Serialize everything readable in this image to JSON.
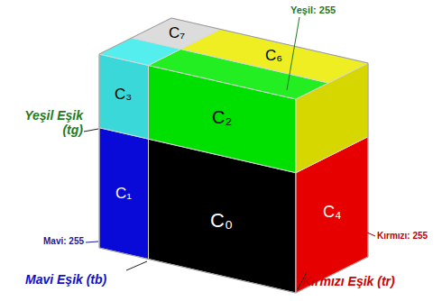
{
  "diagram": {
    "labels": [
      "Yeşil: 255",
      "C₇",
      "C₃",
      "C₆",
      "C₂",
      "Yeşil Eşik (tg)",
      "C₁",
      "C₀",
      "C₄",
      "Kırmızı: 255",
      "Mavi: 255",
      "Mavi Eşik (tb)",
      "Kırmızı Eşik (tr)"
    ]
  }
}
